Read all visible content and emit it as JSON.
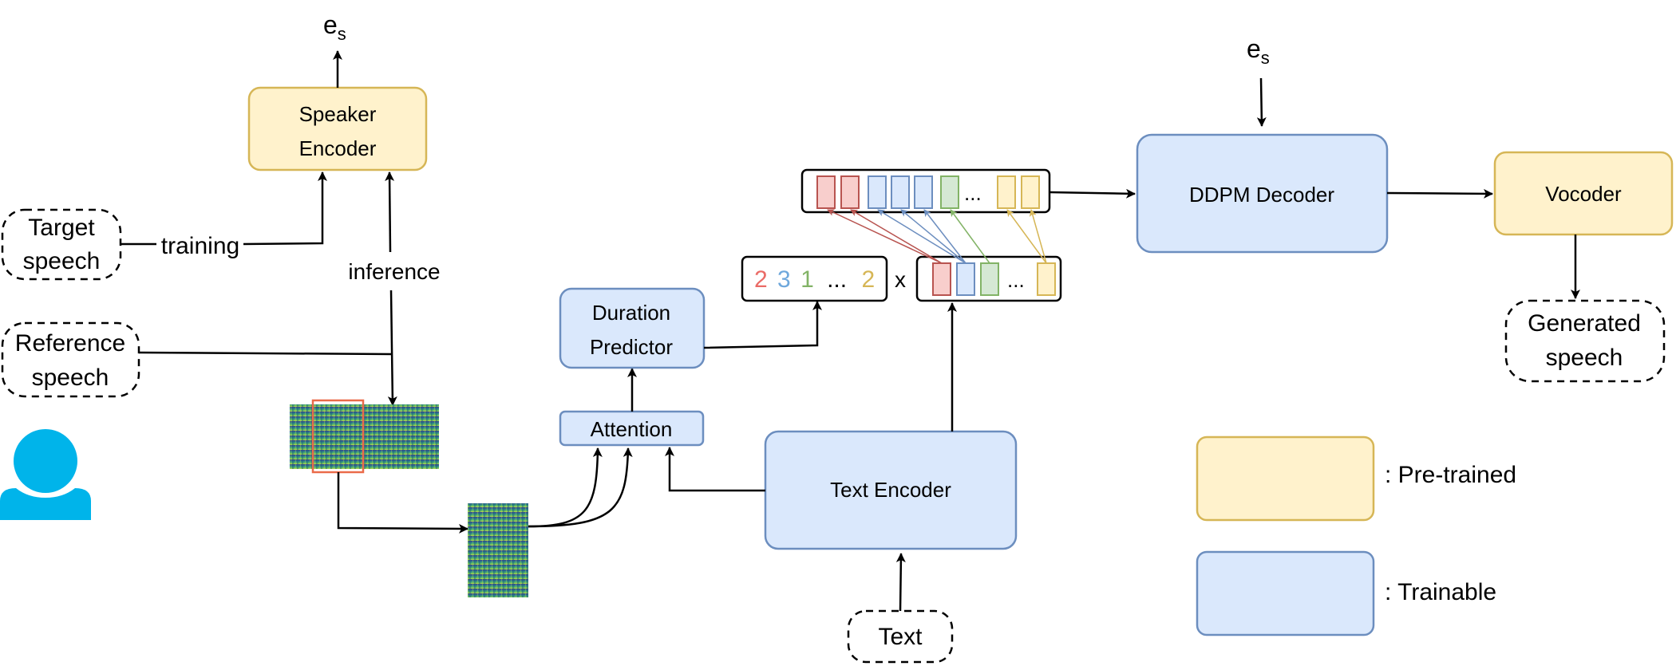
{
  "nodes": {
    "speaker_encoder": "Speaker\nEncoder",
    "target_speech": "Target\nspeech",
    "reference_speech": "Reference\nspeech",
    "duration_predictor": "Duration\nPredictor",
    "attention": "Attention",
    "text_encoder": "Text Encoder",
    "text": "Text",
    "ddpm_decoder": "DDPM Decoder",
    "vocoder": "Vocoder",
    "generated_speech": "Generated\nspeech"
  },
  "edge_labels": {
    "training": "training",
    "inference": "inference",
    "speaker_embedding_top": "e",
    "speaker_embedding_top_sub": "s",
    "speaker_embedding_decoder": "e",
    "speaker_embedding_decoder_sub": "s",
    "multiply": "x"
  },
  "durations": {
    "values": [
      "2",
      "3",
      "1"
    ],
    "ellipsis": "...",
    "last": "2",
    "colors": [
      "#ea6b66",
      "#6fa8dc",
      "#82b366",
      "#d6b656"
    ]
  },
  "sequence_ellipsis": "...",
  "legend": {
    "pretrained": ": Pre-trained",
    "trainable": ": Trainable"
  },
  "colors": {
    "pretrained_fill": "#fff2cc",
    "pretrained_stroke": "#d6b656",
    "trainable_fill": "#dae8fc",
    "trainable_stroke": "#6c8ebf",
    "red_fill": "#f8cecc",
    "red_stroke": "#b85450",
    "green_fill": "#d5e8d4",
    "green_stroke": "#82b366",
    "user_icon": "#00b4ea",
    "spectrogram_highlight": "#ea6b4a"
  },
  "icons": [
    "user-icon",
    "spectrogram-image"
  ]
}
